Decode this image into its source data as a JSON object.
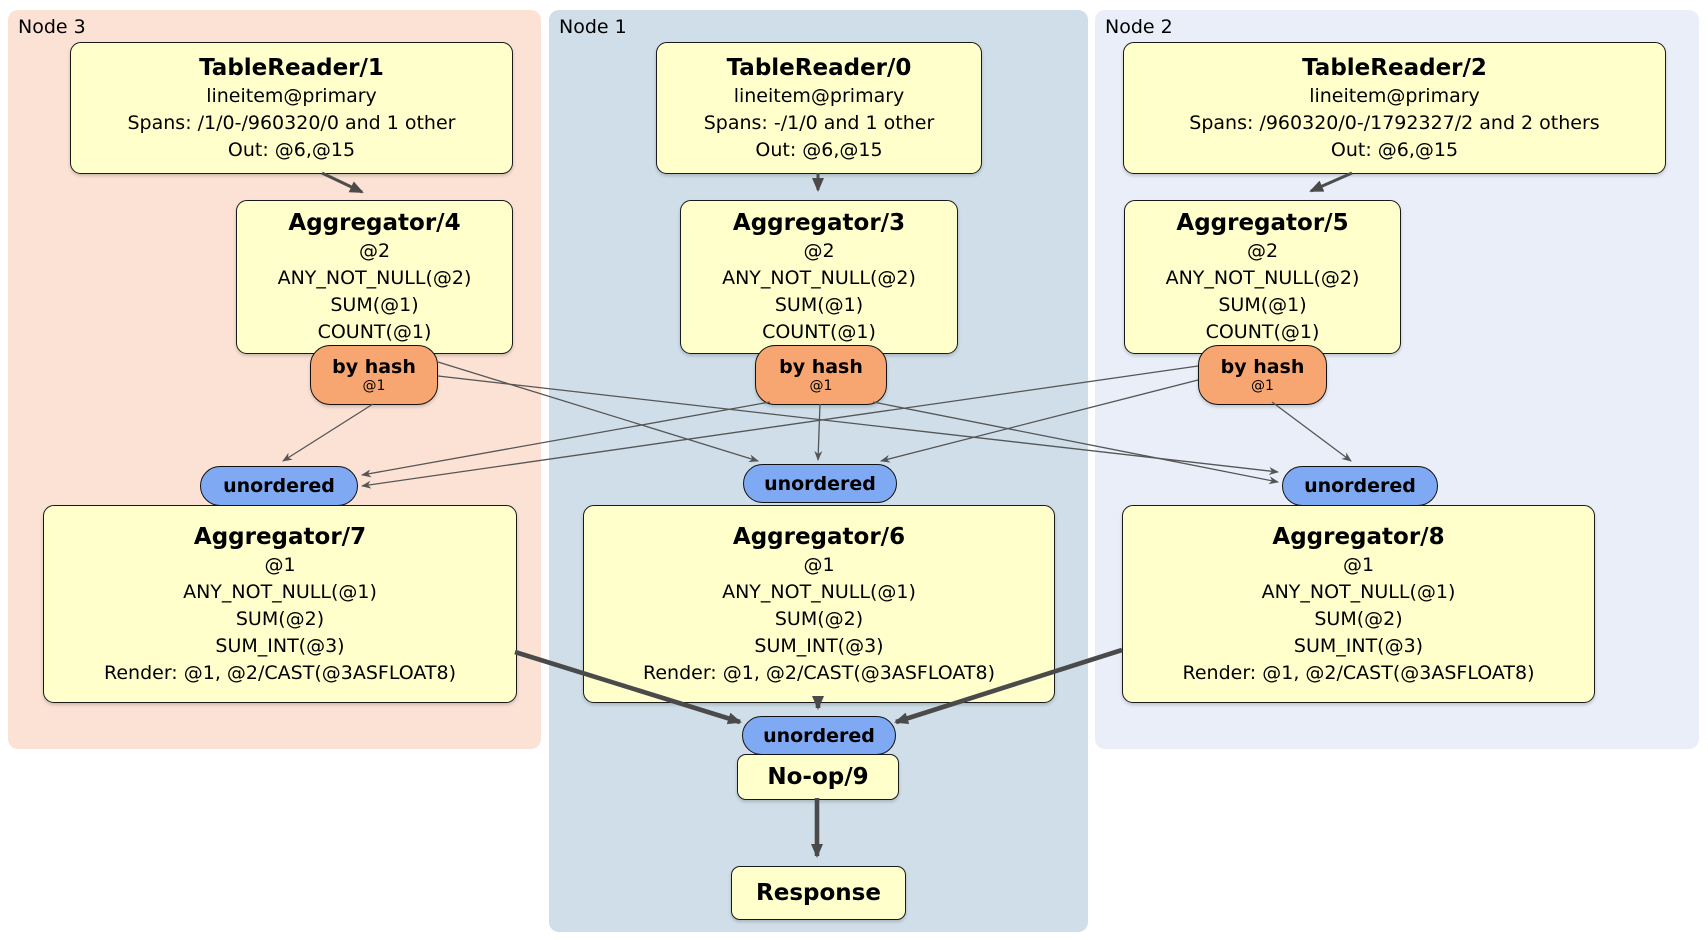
{
  "regions": [
    {
      "label": "Node 3",
      "color": "#fce2d4"
    },
    {
      "label": "Node 1",
      "color": "#cfdee8"
    },
    {
      "label": "Node 2",
      "color": "#e9eef9"
    }
  ],
  "boxes": [
    {
      "title": "TableReader/1",
      "lines": [
        "lineitem@primary",
        "Spans: /1/0-/960320/0 and 1 other",
        "Out: @6,@15"
      ]
    },
    {
      "title": "TableReader/0",
      "lines": [
        "lineitem@primary",
        "Spans: -/1/0 and 1 other",
        "Out: @6,@15"
      ]
    },
    {
      "title": "TableReader/2",
      "lines": [
        "lineitem@primary",
        "Spans: /960320/0-/1792327/2 and 2 others",
        "Out: @6,@15"
      ]
    },
    {
      "title": "Aggregator/4",
      "lines": [
        "@2",
        "ANY_NOT_NULL(@2)",
        "SUM(@1)",
        "COUNT(@1)"
      ]
    },
    {
      "title": "Aggregator/3",
      "lines": [
        "@2",
        "ANY_NOT_NULL(@2)",
        "SUM(@1)",
        "COUNT(@1)"
      ]
    },
    {
      "title": "Aggregator/5",
      "lines": [
        "@2",
        "ANY_NOT_NULL(@2)",
        "SUM(@1)",
        "COUNT(@1)"
      ]
    },
    {
      "title": "Aggregator/7",
      "lines": [
        "@1",
        "ANY_NOT_NULL(@1)",
        "SUM(@2)",
        "SUM_INT(@3)",
        "Render: @1, @2/CAST(@3ASFLOAT8)"
      ]
    },
    {
      "title": "Aggregator/6",
      "lines": [
        "@1",
        "ANY_NOT_NULL(@1)",
        "SUM(@2)",
        "SUM_INT(@3)",
        "Render: @1, @2/CAST(@3ASFLOAT8)"
      ]
    },
    {
      "title": "Aggregator/8",
      "lines": [
        "@1",
        "ANY_NOT_NULL(@1)",
        "SUM(@2)",
        "SUM_INT(@3)",
        "Render: @1, @2/CAST(@3ASFLOAT8)"
      ]
    },
    {
      "title": "No-op/9",
      "lines": []
    },
    {
      "title": "Response",
      "lines": []
    }
  ],
  "routers": [
    {
      "label": "by hash",
      "detail": "@1"
    },
    {
      "label": "by hash",
      "detail": "@1"
    },
    {
      "label": "by hash",
      "detail": "@1"
    }
  ],
  "syncs": [
    {
      "label": "unordered"
    },
    {
      "label": "unordered"
    },
    {
      "label": "unordered"
    },
    {
      "label": "unordered"
    }
  ],
  "colors": {
    "processor_fill": "#ffffcc",
    "router_fill": "#f7a671",
    "sync_fill": "#7fa9f2",
    "node3_region": "#fce2d4",
    "node1_region": "#cfdee8",
    "node2_region": "#e9eef9",
    "edge": "#4d4d4d"
  }
}
